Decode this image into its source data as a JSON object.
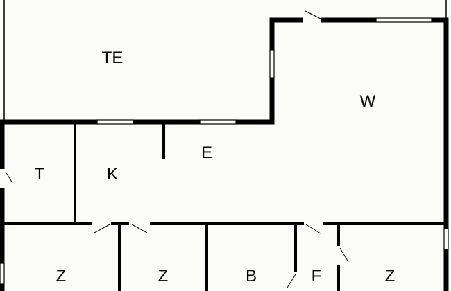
{
  "floorplan": {
    "background": "#fbfbf7",
    "wall_color": "#000000",
    "rooms": {
      "terrace": "TE",
      "living": "W",
      "hallway": "E",
      "toilet": "T",
      "kitchen": "K",
      "bedroom_1": "Z",
      "bedroom_2": "Z",
      "bathroom": "B",
      "storage": "F",
      "bedroom_3": "Z"
    }
  }
}
